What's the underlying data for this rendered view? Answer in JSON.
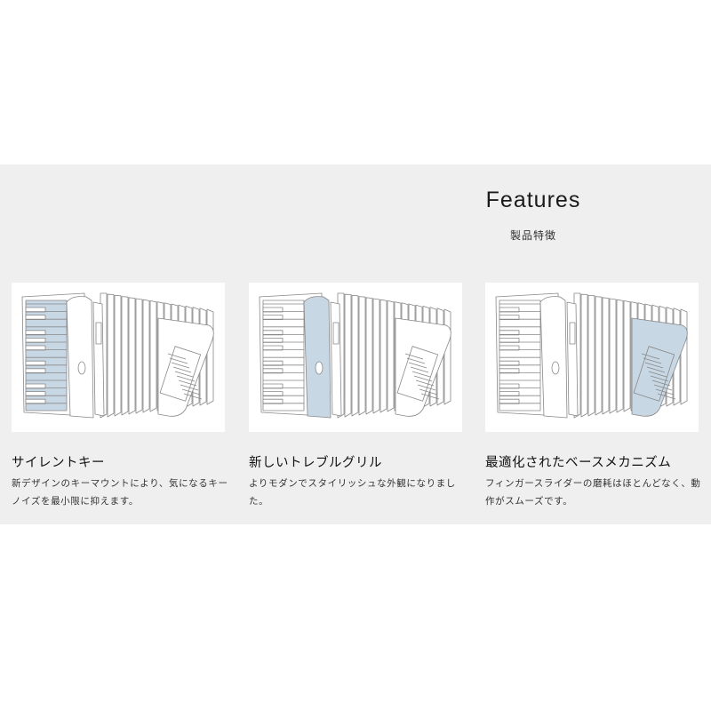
{
  "section": {
    "title": "Features",
    "subtitle": "製品特徴"
  },
  "colors": {
    "band": "#efefef",
    "highlight": "#c8d7e4",
    "outline": "#888888"
  },
  "features": [
    {
      "title": "サイレントキー",
      "desc": "新デザインのキーマウントにより、気になるキーノイズを最小限に抑えます。",
      "highlight": "keys"
    },
    {
      "title": "新しいトレブルグリル",
      "desc": "よりモダンでスタイリッシュな外観になりました。",
      "highlight": "grille"
    },
    {
      "title": "最適化されたベースメカニズム",
      "desc": "フィンガースライダーの磨耗はほとんどなく、動作がスムーズです。",
      "highlight": "bass"
    }
  ]
}
